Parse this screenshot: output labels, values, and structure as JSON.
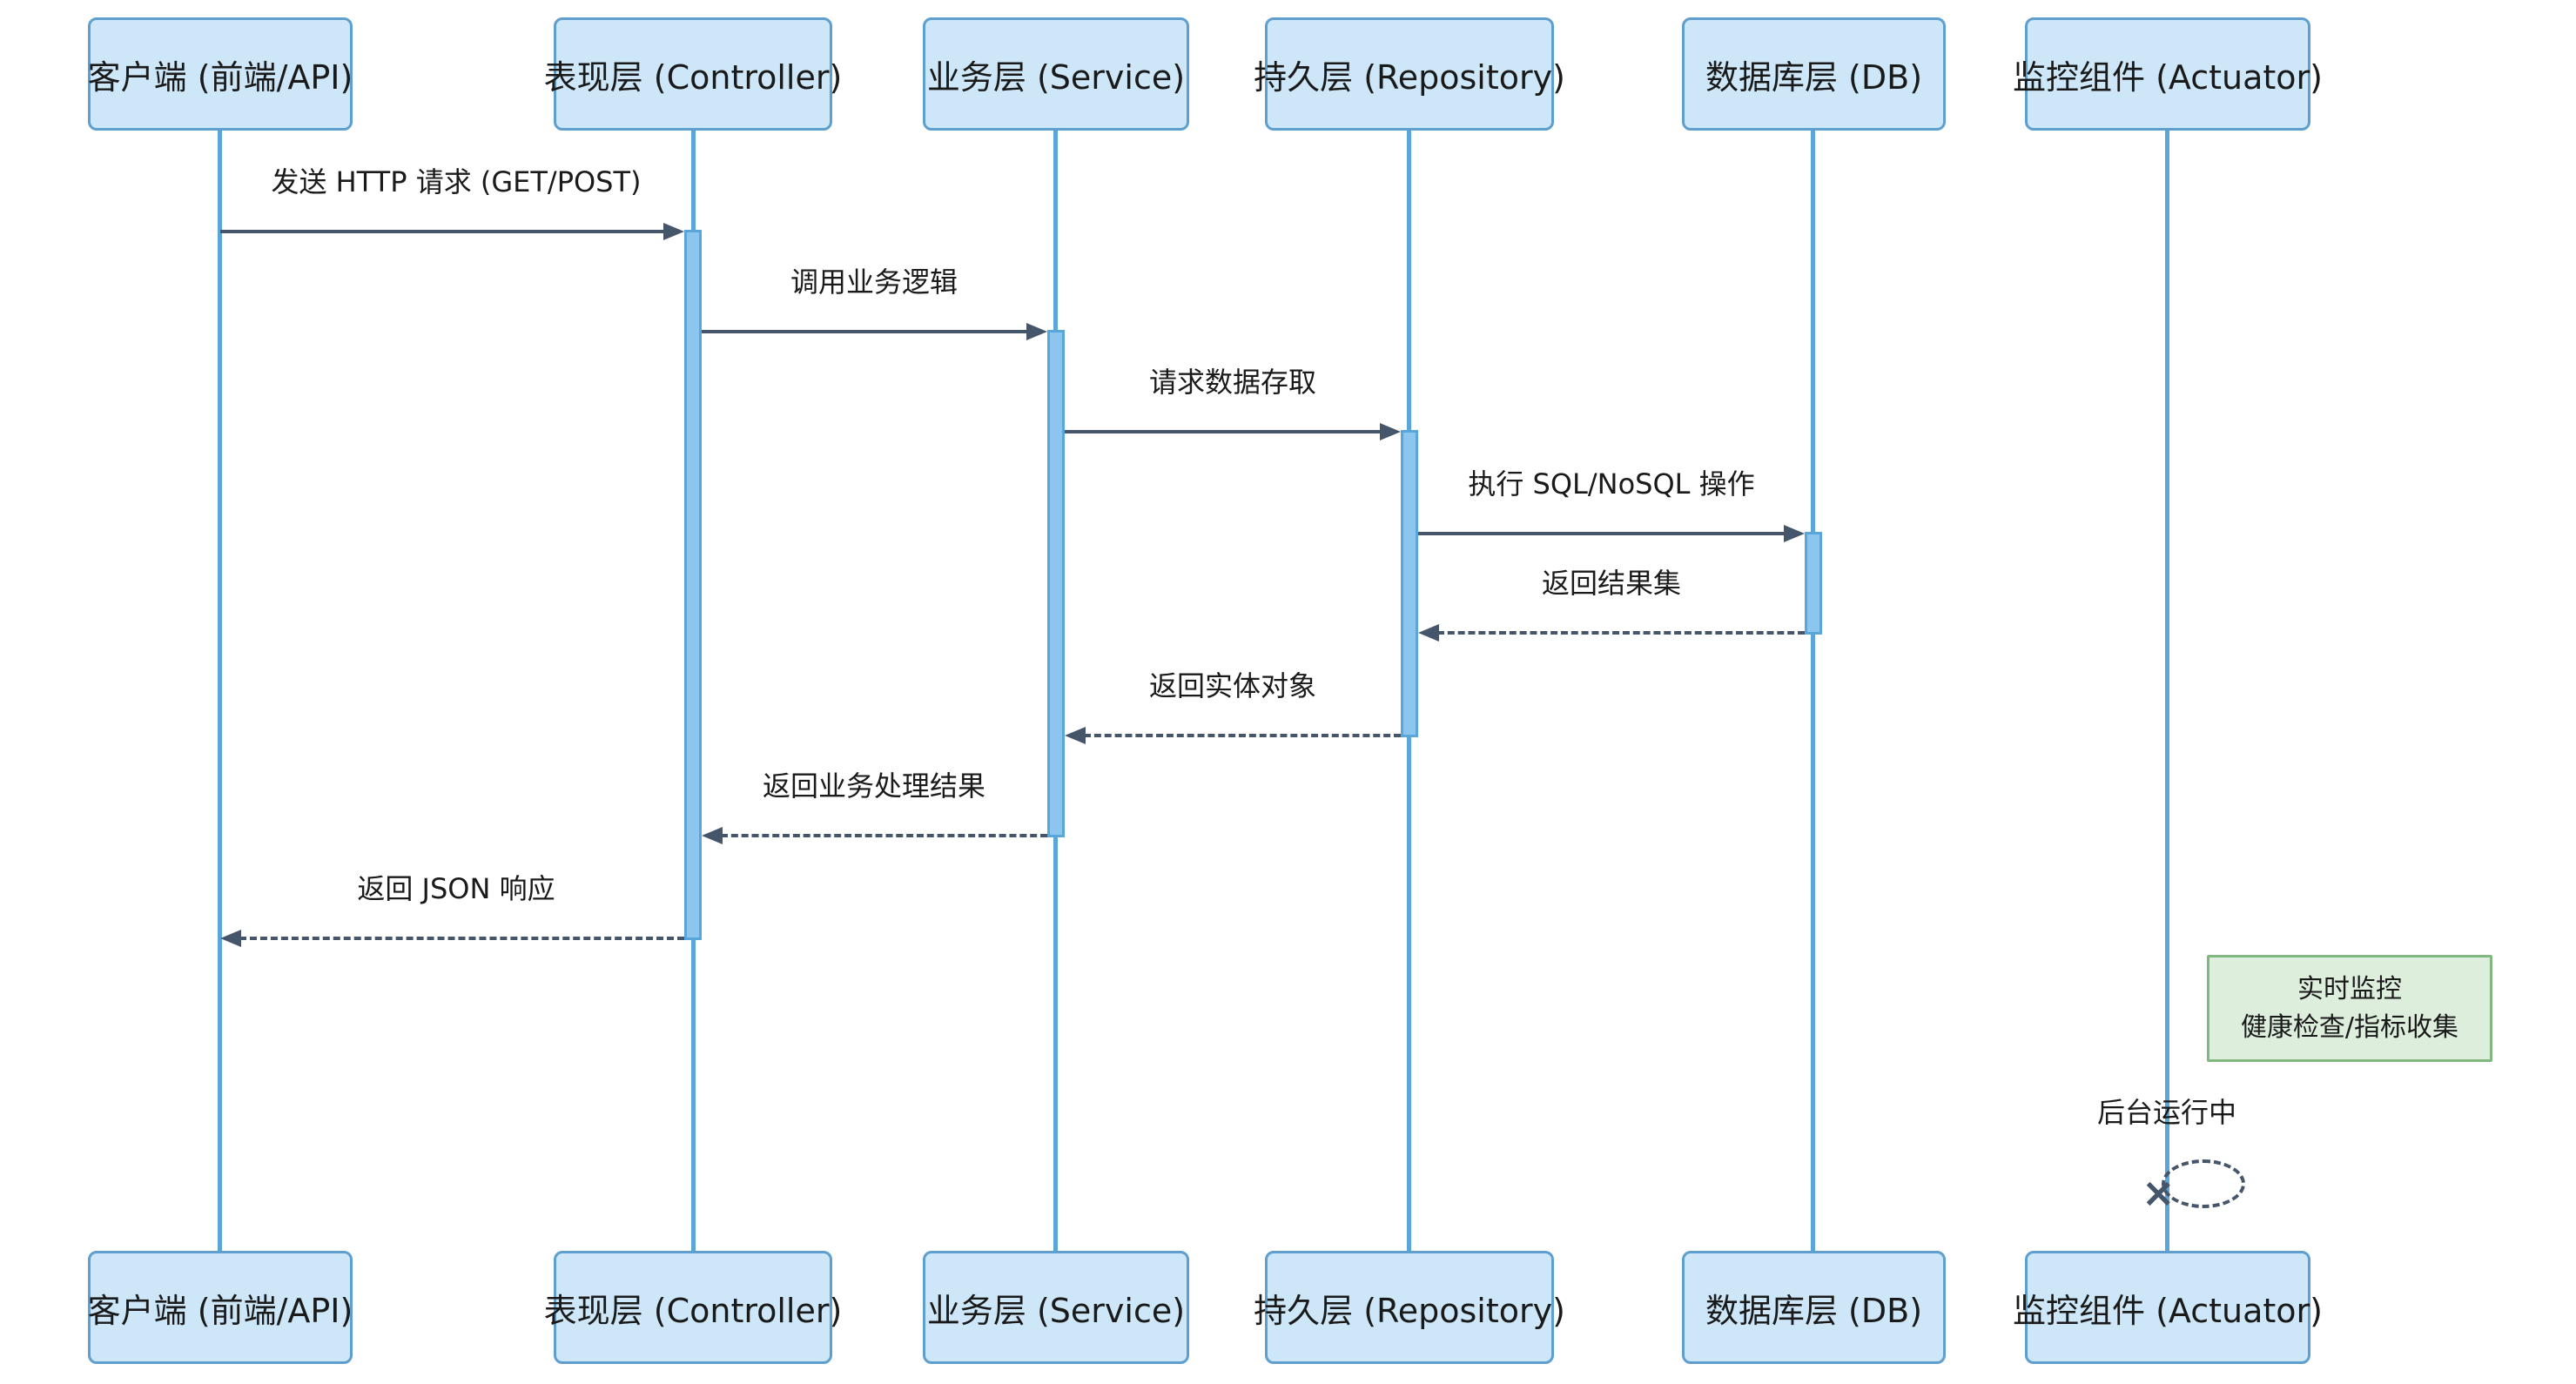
{
  "diagram": {
    "type": "sequence-diagram",
    "background": "#ffffff",
    "colors": {
      "actor_fill": "#cde7f8",
      "actor_border": "#5f9fcf",
      "lifeline": "#5aa6d8",
      "activation_fill": "#8cc6ee",
      "activation_border": "#5aa6d8",
      "message": "#46566a",
      "text": "#1a1a1a",
      "note_fill": "#ddeedd",
      "note_border": "#80b880"
    },
    "actors": [
      {
        "id": "client",
        "label": "客户端 (前端/API)"
      },
      {
        "id": "controller",
        "label": "表现层 (Controller)"
      },
      {
        "id": "service",
        "label": "业务层 (Service)"
      },
      {
        "id": "repository",
        "label": "持久层 (Repository)"
      },
      {
        "id": "db",
        "label": "数据库层 (DB)"
      },
      {
        "id": "actuator",
        "label": "监控组件 (Actuator)"
      }
    ],
    "messages": [
      {
        "from": "client",
        "to": "controller",
        "label": "发送 HTTP 请求 (GET/POST)",
        "style": "solid"
      },
      {
        "from": "controller",
        "to": "service",
        "label": "调用业务逻辑",
        "style": "solid"
      },
      {
        "from": "service",
        "to": "repository",
        "label": "请求数据存取",
        "style": "solid"
      },
      {
        "from": "repository",
        "to": "db",
        "label": "执行 SQL/NoSQL 操作",
        "style": "solid"
      },
      {
        "from": "db",
        "to": "repository",
        "label": "返回结果集",
        "style": "dashed"
      },
      {
        "from": "repository",
        "to": "service",
        "label": "返回实体对象",
        "style": "dashed"
      },
      {
        "from": "service",
        "to": "controller",
        "label": "返回业务处理结果",
        "style": "dashed"
      },
      {
        "from": "controller",
        "to": "client",
        "label": "返回 JSON 响应",
        "style": "dashed"
      }
    ],
    "note": {
      "target": "actuator",
      "position": "right",
      "lines": [
        "实时监控",
        "健康检查/指标收集"
      ]
    },
    "self_message": {
      "actor": "actuator",
      "label": "后台运行中",
      "style": "dashed-cross",
      "end_marker": "×"
    }
  }
}
